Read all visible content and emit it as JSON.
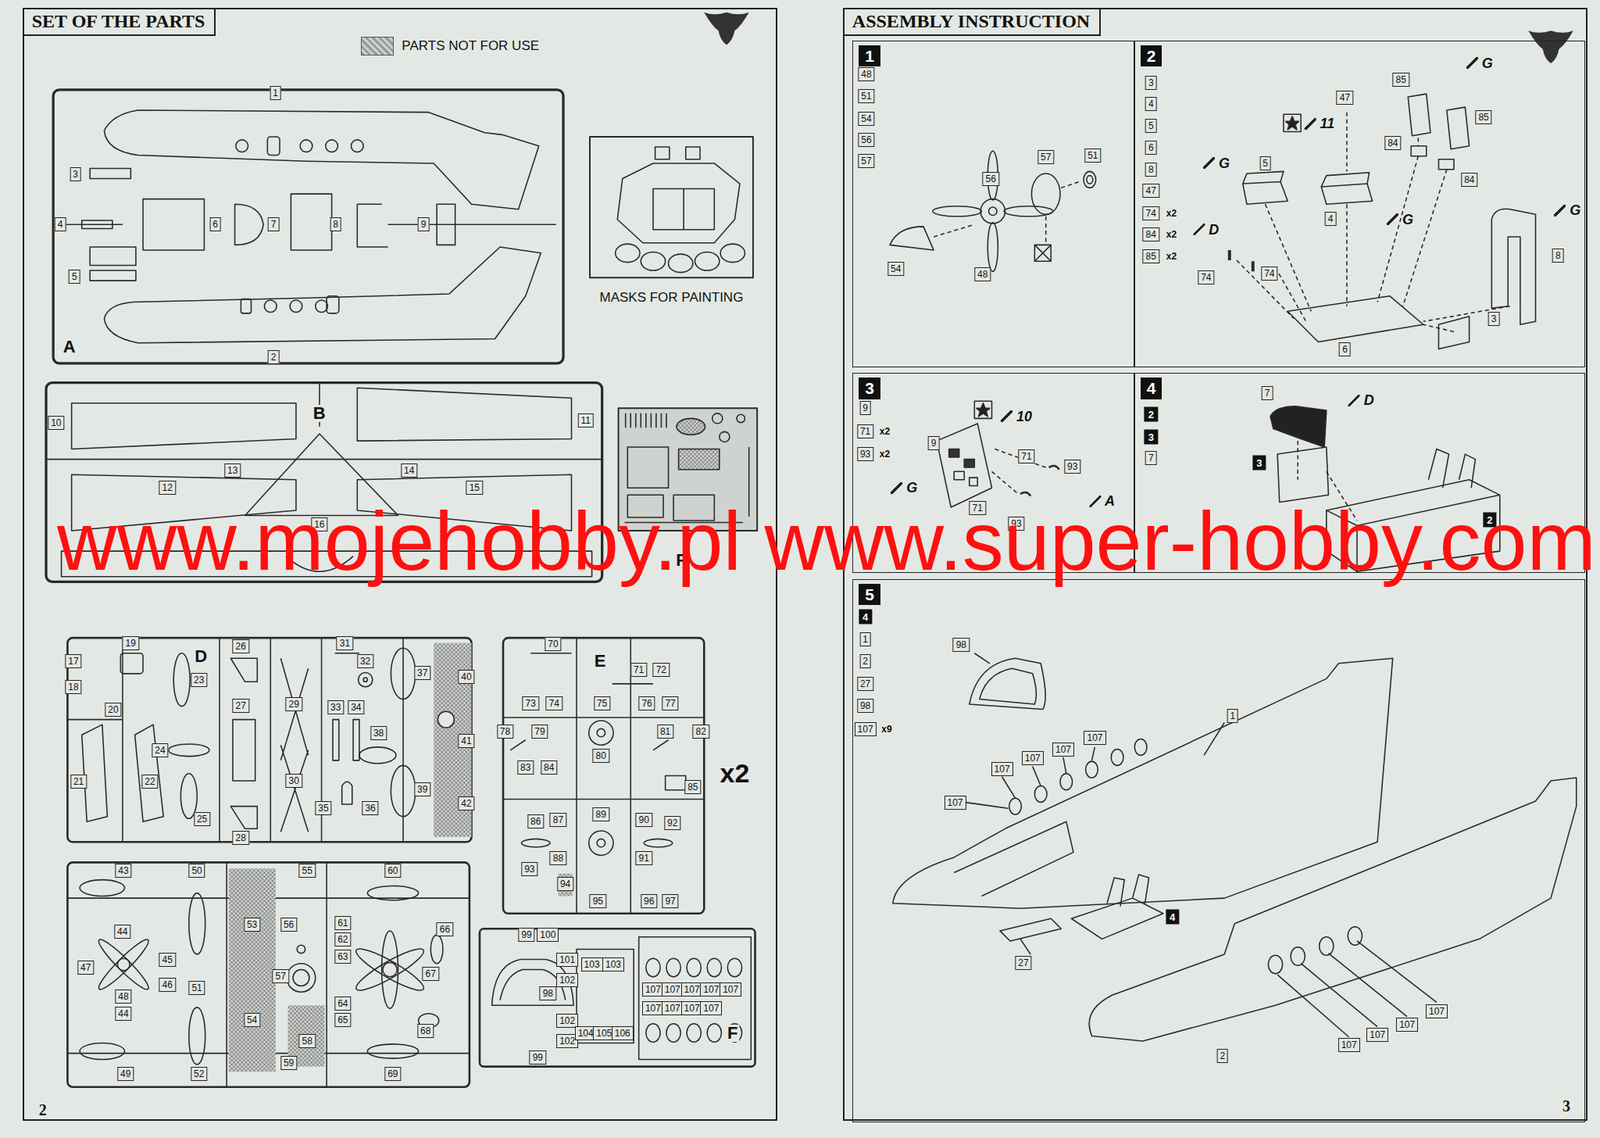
{
  "diagram": {
    "nodes": [
      {
        "text": [
          "SET OF THE PARTS"
        ]
      },
      {
        "text": [
          "ASSEMBLY INSTRUCTION"
        ]
      },
      {
        "text": [
          "1"
        ],
        "in": 1
      },
      {
        "text": [
          "2"
        ],
        "in": 1
      },
      {
        "text": [
          "3"
        ],
        "in": 1
      },
      {
        "text": [
          "4"
        ],
        "in": 1
      },
      {
        "text": [
          "5"
        ],
        "in": 1
      }
    ],
    "labels": [
      "MASKS FOR PAINTING",
      "1",
      "2",
      "3",
      "4",
      "5",
      "6",
      "7",
      "8",
      "9",
      "A",
      "10",
      "11",
      "B",
      "12",
      "13",
      "14",
      "15",
      "16",
      "P",
      "D",
      "17",
      "18",
      "19",
      "20",
      "21",
      "22",
      "23",
      "24",
      "25",
      "26",
      "27",
      "28",
      "29",
      "30",
      "31",
      "32",
      "33",
      "34",
      "35",
      "36",
      "37",
      "38",
      "39",
      "40",
      "41",
      "42",
      "x2",
      "70",
      "E",
      "71",
      "72",
      "73",
      "74",
      "75",
      "76",
      "77",
      "78",
      "79",
      "80",
      "81",
      "82",
      "83",
      "84",
      "85",
      "86",
      "87",
      "88",
      "89",
      "90",
      "91",
      "92",
      "93",
      "94",
      "95",
      "96",
      "97",
      "43",
      "44",
      "45",
      "46",
      "47",
      "48",
      "44",
      "49",
      "50",
      "51",
      "52",
      "53",
      "54",
      "55",
      "56",
      "57",
      "58",
      "59",
      "60",
      "61",
      "62",
      "63",
      "64",
      "65",
      "66",
      "67",
      "68",
      "69",
      "99",
      "100",
      "101",
      "102",
      "103",
      "103",
      "98",
      "102",
      "102",
      "104",
      "105",
      "106",
      "99",
      "107",
      "107",
      "107",
      "107",
      "107",
      "107",
      "107",
      "107",
      "107",
      "F",
      "2",
      "48",
      "51",
      "54",
      "56",
      "57",
      "57",
      "51",
      "56",
      "54",
      "48",
      "3",
      "4",
      "5",
      "6",
      "8",
      "47",
      "74",
      "x2",
      "84",
      "x2",
      "85",
      "x2",
      "47",
      "85",
      "G",
      "85",
      "11",
      "84",
      "84",
      "G",
      "5",
      "G",
      "4",
      "D",
      "74",
      "74",
      "G",
      "8",
      "3",
      "6",
      "9",
      "71",
      "x2",
      "93",
      "x2",
      "10",
      "9",
      "71",
      "93",
      "G",
      "A",
      "71",
      "93",
      "2",
      "3",
      "7",
      "7",
      "D",
      "3",
      "2",
      "4",
      "1",
      "2",
      "27",
      "98",
      "107",
      "x9",
      "98",
      "1",
      "107",
      "107",
      "107",
      "107",
      "107",
      "4",
      "27",
      "2",
      "107",
      "107",
      "107",
      "107",
      "3",
      "www.mojehobby.pl www.super-hobby.com"
    ],
    "legend": [
      {
        "text": "PARTS NOT FOR USE"
      }
    ]
  }
}
